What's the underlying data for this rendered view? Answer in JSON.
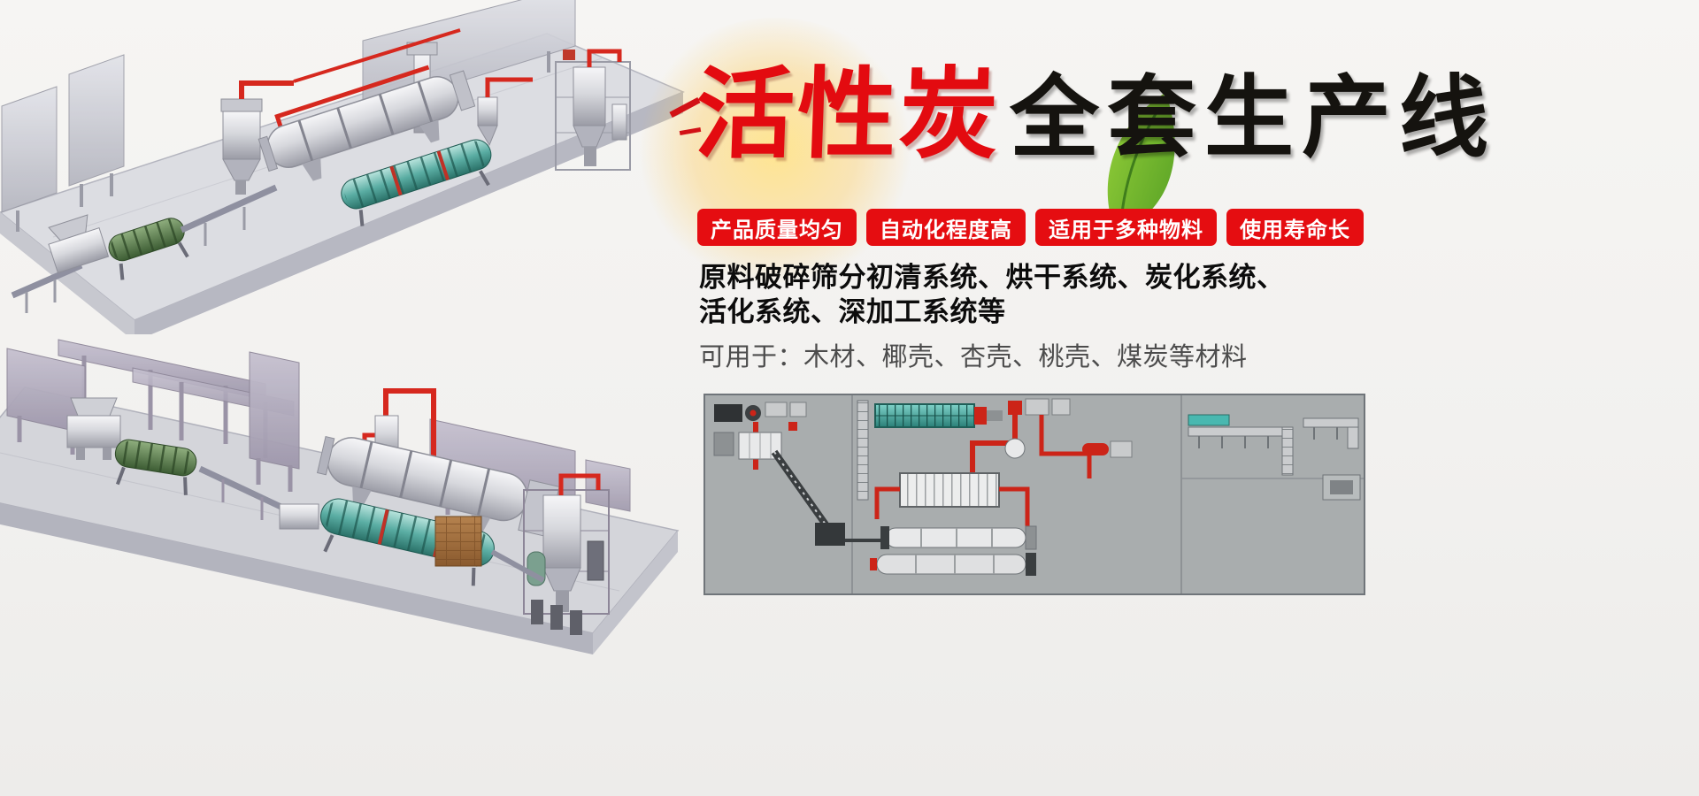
{
  "banner": {
    "title": {
      "red_part": "活性炭",
      "black_part": "全套生产线"
    },
    "badges": [
      {
        "label": "产品质量均匀"
      },
      {
        "label": "自动化程度高"
      },
      {
        "label": "适用于多种物料"
      },
      {
        "label": "使用寿命长"
      }
    ],
    "description": {
      "line1": "原料破碎筛分初清系统、烘干系统、炭化系统、",
      "line2": "活化系统、深加工系统等",
      "materials": "可用于：木材、椰壳、杏壳、桃壳、煤炭等材料"
    },
    "colors": {
      "badge_bg": "#e50d11",
      "title_red": "#e30b10",
      "title_black": "#15130f",
      "leaf_green": "#6ab82e",
      "pipe_red": "#d6281e",
      "schematic_bg": "#a9adae",
      "page_bg": "#f2f1ef"
    },
    "illustrations": {
      "top_left": "isometric-production-line-render",
      "bottom_left": "isometric-production-line-render-2",
      "bottom_right": "plant-layout-top-view-schematic"
    }
  }
}
